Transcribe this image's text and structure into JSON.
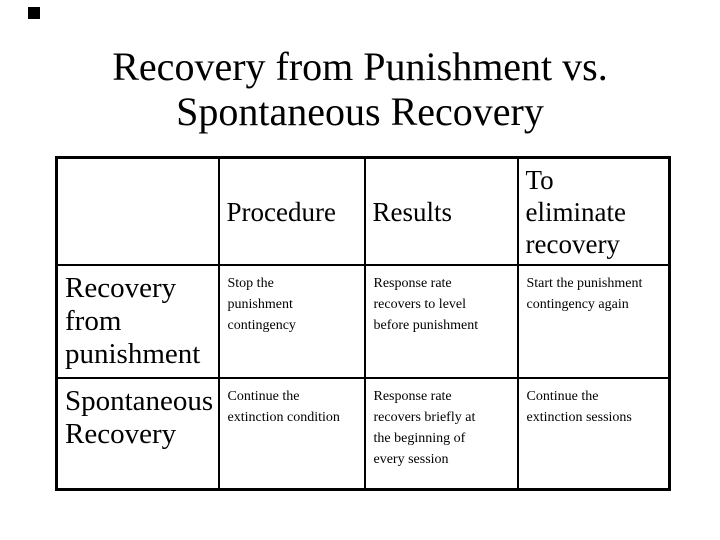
{
  "slide": {
    "title": "Recovery from Punishment vs.\nSpontaneous Recovery"
  },
  "table": {
    "header": {
      "col1": "",
      "col2": "Procedure",
      "col3": "Results",
      "col4": "To\neliminate\nrecovery"
    },
    "rows": [
      {
        "label": "Recovery\nfrom\npunishment",
        "procedure": "Stop the\npunishment\ncontingency",
        "results": "Response rate\nrecovers to level\nbefore punishment",
        "to_eliminate": "Start the punishment\ncontingency again"
      },
      {
        "label": "Spontaneous\nRecovery",
        "procedure": "Continue the\nextinction condition",
        "results": "Response rate\nrecovers briefly at\nthe beginning of\nevery session",
        "to_eliminate": "Continue the\nextinction sessions"
      }
    ]
  },
  "colors": {
    "background": "#ffffff",
    "text": "#000000",
    "border": "#000000"
  }
}
